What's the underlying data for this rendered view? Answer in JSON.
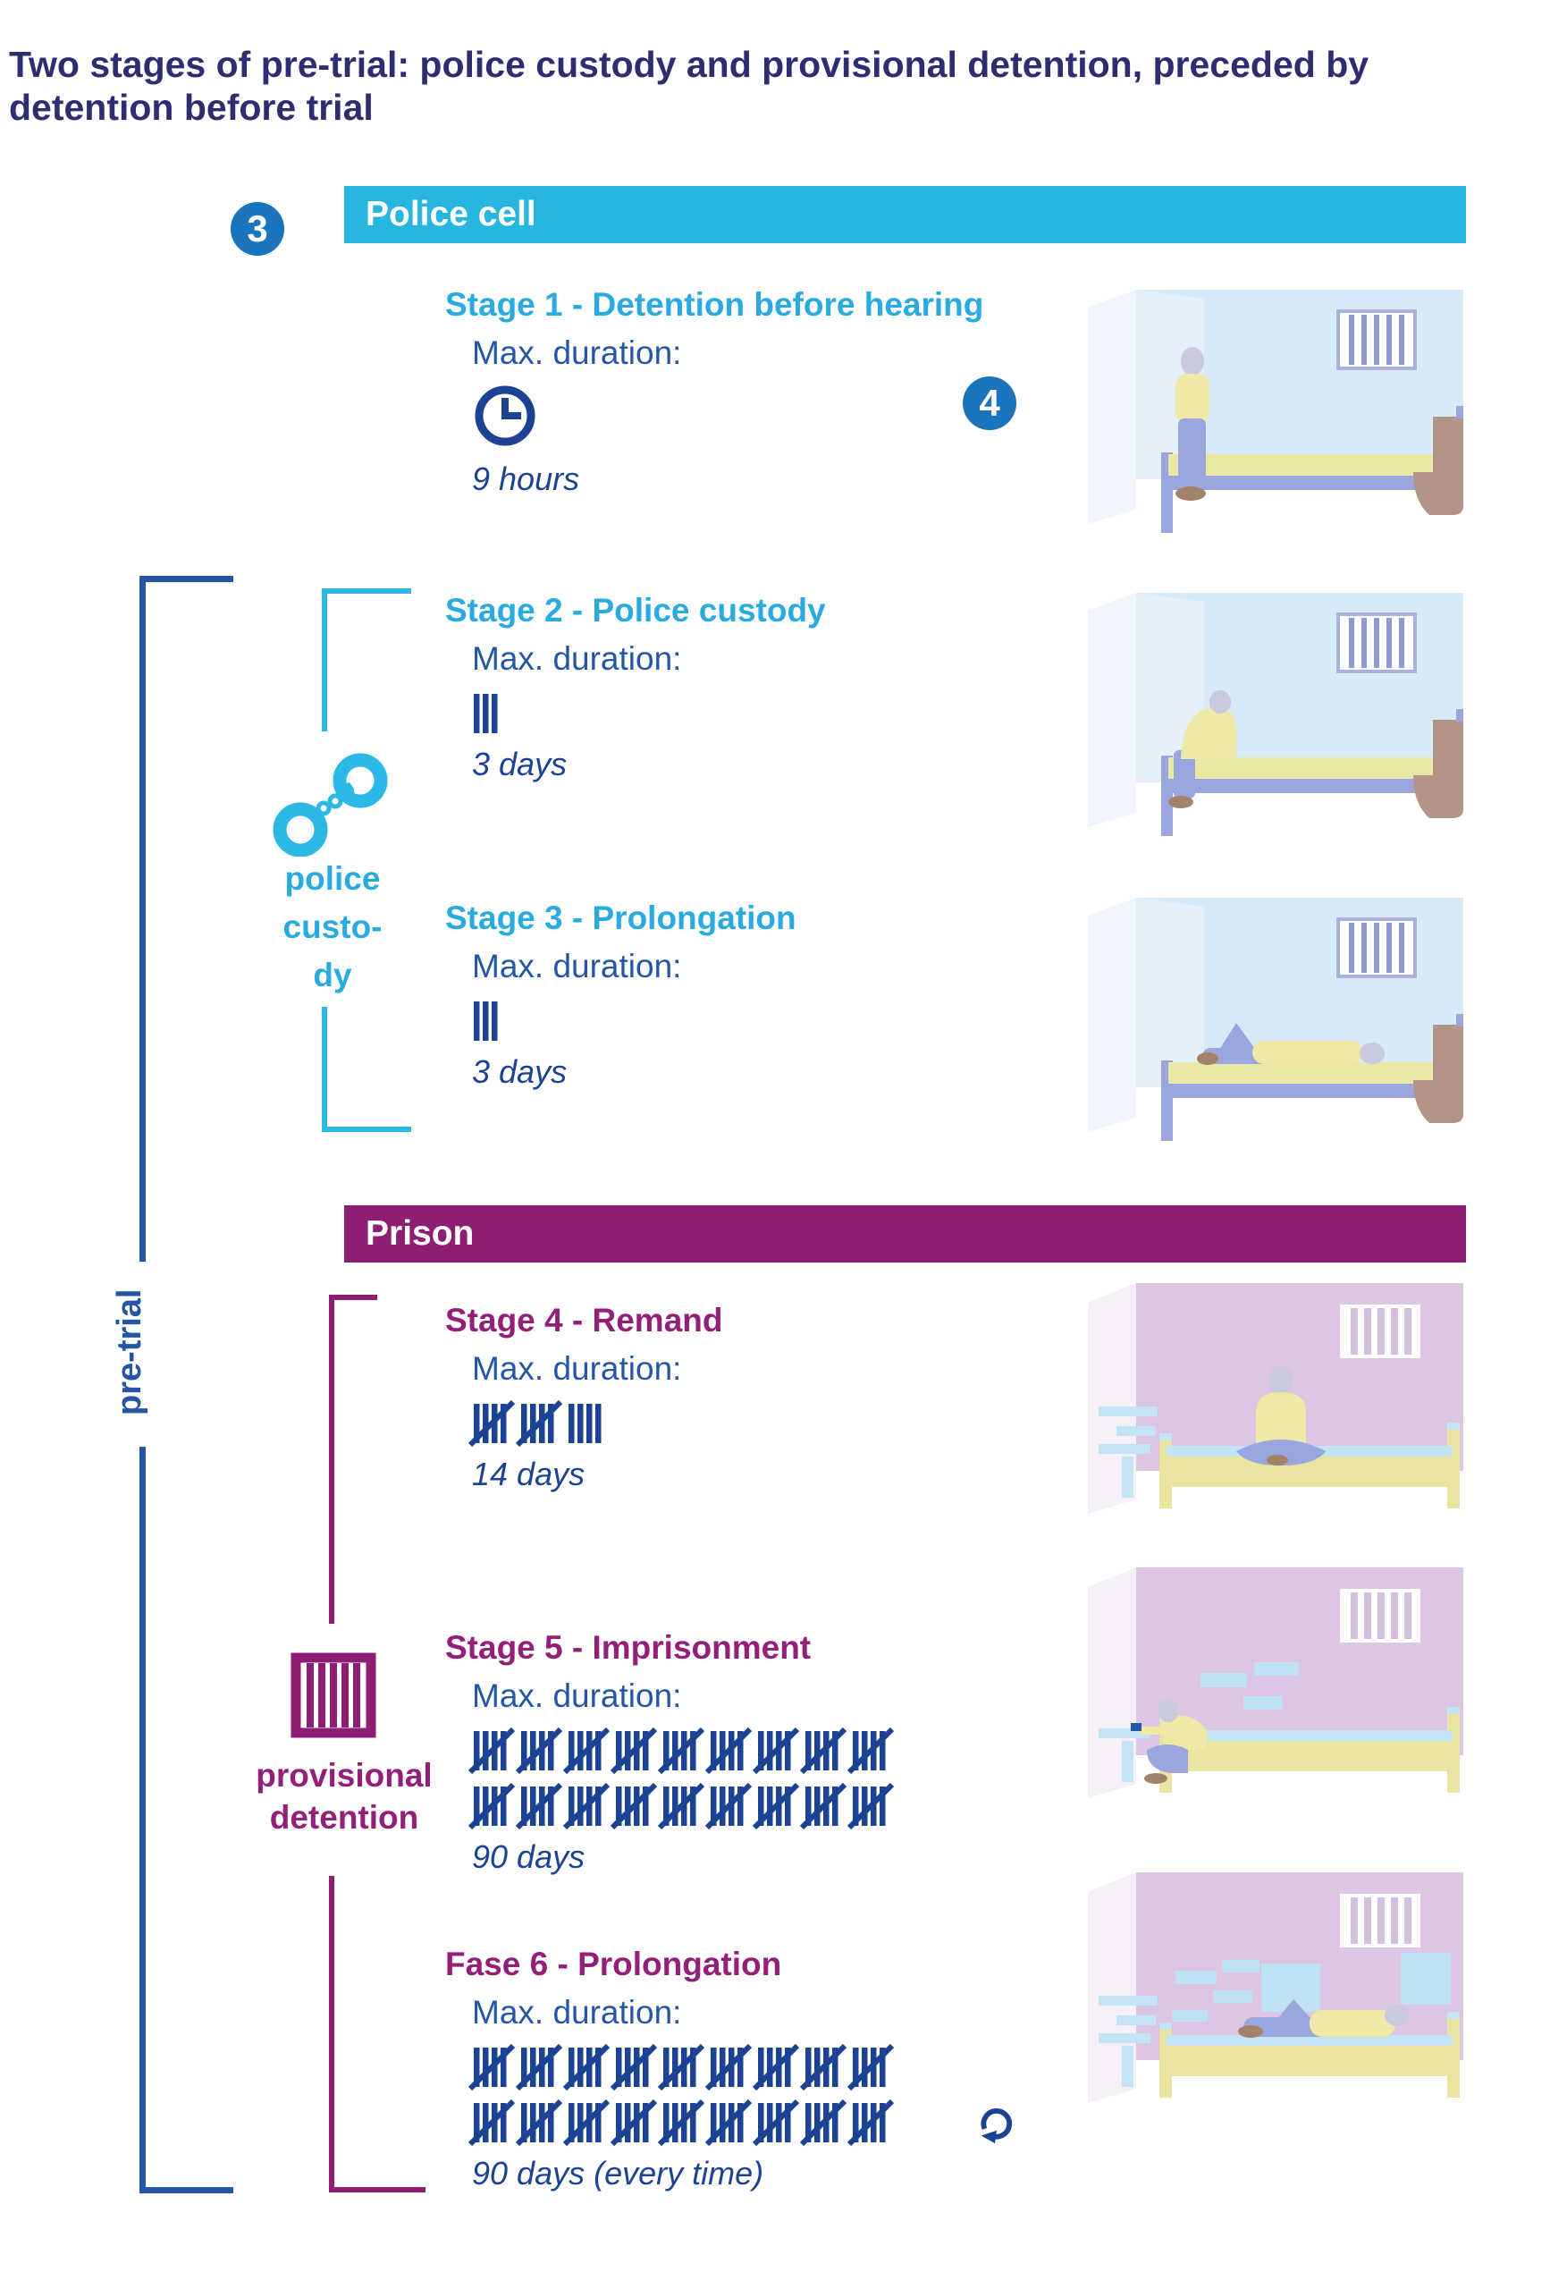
{
  "title": "Two stages of pre-trial: police custody and provisional detention, preceded by detention before trial",
  "badges": {
    "step3": "3",
    "step4": "4"
  },
  "sections": {
    "police_cell": "Police cell",
    "prison": "Prison"
  },
  "side_labels": {
    "pre_trial": "pre-trial",
    "police_custody": [
      "police",
      "custo-",
      "dy"
    ],
    "provisional_detention": [
      "provisional",
      "detention"
    ]
  },
  "stages": [
    {
      "title": "Stage 1 - Detention before hearing",
      "max_label": "Max. duration:",
      "duration": "9 hours",
      "icon": "clock-icon"
    },
    {
      "title": "Stage 2 - Police custody",
      "max_label": "Max. duration:",
      "duration": "3 days",
      "tally_rows": [
        [
          3
        ]
      ]
    },
    {
      "title": "Stage 3 - Prolongation",
      "max_label": "Max. duration:",
      "duration": "3 days",
      "tally_rows": [
        [
          3
        ]
      ]
    },
    {
      "title": "Stage 4 - Remand",
      "max_label": "Max. duration:",
      "duration": "14 days",
      "tally_rows": [
        [
          5,
          5,
          4
        ]
      ]
    },
    {
      "title": "Stage 5 - Imprisonment",
      "max_label": "Max. duration:",
      "duration": "90 days",
      "tally_rows": [
        [
          5,
          5,
          5,
          5,
          5,
          5,
          5,
          5,
          5
        ],
        [
          5,
          5,
          5,
          5,
          5,
          5,
          5,
          5,
          5
        ]
      ]
    },
    {
      "title": "Fase 6 - Prolongation",
      "max_label": "Max. duration:",
      "duration": "90 days (every time)",
      "tally_rows": [
        [
          5,
          5,
          5,
          5,
          5,
          5,
          5,
          5,
          5
        ],
        [
          5,
          5,
          5,
          5,
          5,
          5,
          5,
          5,
          5
        ]
      ],
      "repeat_icon": true
    }
  ],
  "colors": {
    "title_navy": "#2f2d72",
    "cyan_bar": "#26b6e0",
    "cyan_heading": "#29abe2",
    "purple_bar": "#8e1d74",
    "purple_heading": "#941f78",
    "medium_blue": "#2456a5",
    "dark_blue_value": "#1c4293",
    "badge_blue": "#1b75bc"
  }
}
